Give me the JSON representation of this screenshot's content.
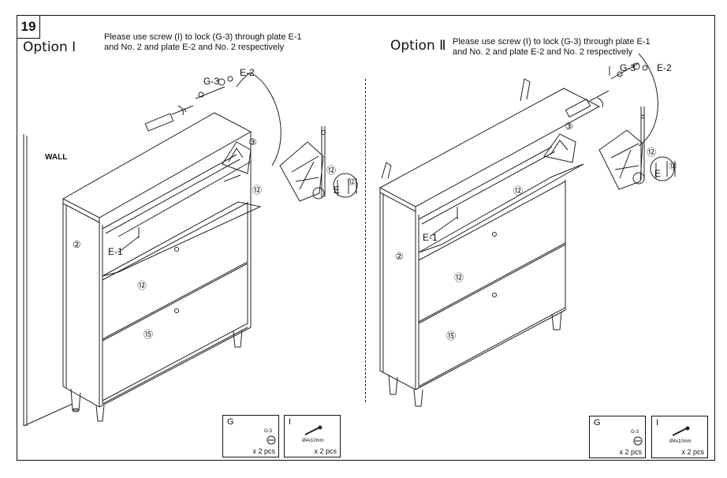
{
  "step_number": "19",
  "option1": {
    "title": "Option Ⅰ",
    "instruction_line1": "Please use screw (I) to lock (G-3) through plate E-1",
    "instruction_line2": "and No. 2 and plate E-2 and No. 2 respectively",
    "wall_label": "WALL",
    "labels": {
      "g3": "G-3",
      "e2": "E-2",
      "e1": "E-1",
      "e": "E",
      "part2": "②",
      "part3": "③",
      "part12": "⑫",
      "part15": "⑮",
      "i": "I"
    }
  },
  "option2": {
    "title": "Option Ⅱ",
    "instruction_line1": "Please use screw (I) to lock (G-3) through plate E-1",
    "instruction_line2": "and No. 2 and plate E-2 and No. 2 respectively",
    "labels": {
      "g3": "G-3",
      "e2": "E-2",
      "e1": "E-1",
      "e": "E",
      "part2": "②",
      "part3": "③",
      "part12": "⑫",
      "part15": "⑮",
      "i": "I"
    }
  },
  "hardware": {
    "g": {
      "letter": "G",
      "code": "G-3",
      "qty": "x 2 pcs"
    },
    "i": {
      "letter": "I",
      "size": "Ø4x10mm",
      "qty": "x 2 pcs"
    }
  }
}
